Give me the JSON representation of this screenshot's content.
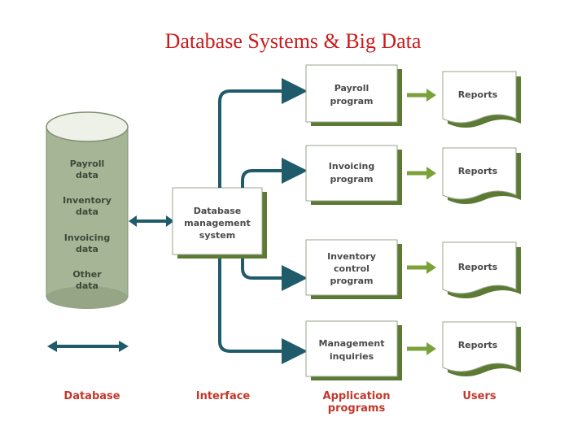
{
  "title": "Database Systems & Big Data",
  "colors": {
    "title": "#cc1a1a",
    "teal_arrow": "#1f5b6a",
    "green_arrow": "#7ba23a",
    "box_shadow": "#5c7a33",
    "cylinder": "#a6b596",
    "label_red": "#c0392b"
  },
  "database": {
    "items": [
      {
        "line1": "Payroll",
        "line2": "data"
      },
      {
        "line1": "Inventory",
        "line2": "data"
      },
      {
        "line1": "Invoicing",
        "line2": "data"
      },
      {
        "line1": "Other",
        "line2": "data"
      }
    ]
  },
  "interface": {
    "line1": "Database",
    "line2": "management",
    "line3": "system"
  },
  "programs": [
    {
      "lines": [
        "Payroll",
        "program"
      ]
    },
    {
      "lines": [
        "Invoicing",
        "program"
      ]
    },
    {
      "lines": [
        "Inventory",
        "control",
        "program"
      ]
    },
    {
      "lines": [
        "Management",
        "inquiries"
      ]
    }
  ],
  "reports": [
    "Reports",
    "Reports",
    "Reports",
    "Reports"
  ],
  "footer": {
    "database": "Database",
    "interface": "Interface",
    "application_line1": "Application",
    "application_line2": "programs",
    "users": "Users"
  }
}
